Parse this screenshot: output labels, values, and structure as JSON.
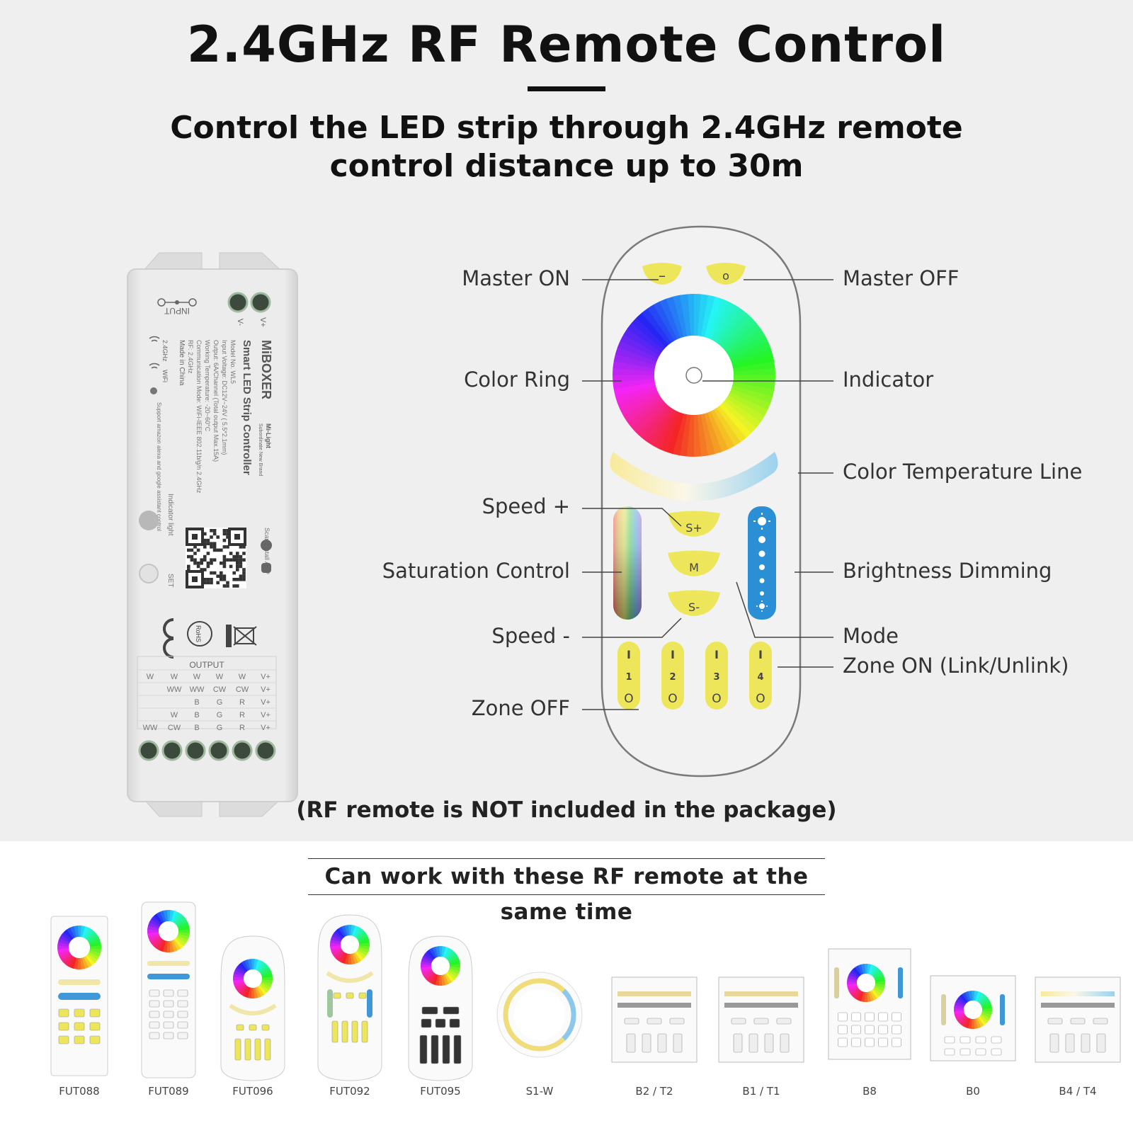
{
  "header": {
    "title": "2.4GHz RF Remote Control",
    "subtitle_line1": "Control the LED strip through 2.4GHz remote",
    "subtitle_line2": "control distance up to 30m"
  },
  "controller": {
    "brand": "MiBOXER",
    "subbrand": "Mi-Light",
    "subbrand_sub": "Subordinate New Brand",
    "product": "Smart LED Strip Controller",
    "model": "Model No. WL5",
    "input_voltage": "Input Voltage: DC12V~24V ( 5.5*2.1mm)",
    "output": "Output: 6A/Channel (Total output Max.15A)",
    "working_temp": "Working Temperature: -20~60°C",
    "comm_mode": "Communication Mode: WiFi-IEEE 802.11b/g/n 2.4GHz",
    "rf": "RF: 2.4GHz",
    "made_in": "Made in China",
    "input_label": "INPUT",
    "vplus": "V+",
    "vminus": "V-",
    "rf_badge": "2.4GHz",
    "wifi_badge": "WiFi",
    "voice": "Support amazon alexa and google assistant control",
    "indicator_light": "Indicator light",
    "scan": "Scan install APP",
    "set": "SET",
    "output_label": "OUTPUT",
    "output_rows": [
      [
        "W",
        "W",
        "W",
        "W",
        "W",
        "V+"
      ],
      [
        "",
        "WW",
        "WW",
        "CW",
        "CW",
        "V+"
      ],
      [
        "",
        "",
        "B",
        "G",
        "R",
        "V+"
      ],
      [
        "",
        "W",
        "B",
        "G",
        "R",
        "V+"
      ],
      [
        "WW",
        "CW",
        "B",
        "G",
        "R",
        "V+"
      ]
    ]
  },
  "remote": {
    "buttons": {
      "off_glyph": "–",
      "on_glyph": "o",
      "speed_plus": "S+",
      "mode": "M",
      "speed_minus": "S-"
    },
    "zones": [
      "1",
      "2",
      "3",
      "4"
    ],
    "zone_on_glyph": "I",
    "zone_off_glyph": "O"
  },
  "callouts": {
    "master_on": "Master ON",
    "master_off": "Master OFF",
    "color_ring": "Color Ring",
    "indicator": "Indicator",
    "color_temp": "Color Temperature Line",
    "speed_plus": "Speed +",
    "saturation": "Saturation Control",
    "brightness": "Brightness Dimming",
    "speed_minus": "Speed -",
    "mode": "Mode",
    "zone_on": "Zone ON (Link/Unlink)",
    "zone_off": "Zone OFF"
  },
  "note": "(RF remote is NOT included in the package)",
  "compatible": {
    "heading": "Can work with these RF remote at the same time",
    "remotes": [
      "FUT088",
      "FUT089",
      "FUT096",
      "FUT092",
      "FUT095",
      "S1-W",
      "B2 / T2",
      "B1 / T1",
      "B8",
      "B0",
      "B4 / T4"
    ]
  },
  "colors": {
    "background_top": "#efefef",
    "button_yellow": "#ede55a",
    "brightness_blue": "#2b8fd6",
    "text_dark": "#111111"
  }
}
